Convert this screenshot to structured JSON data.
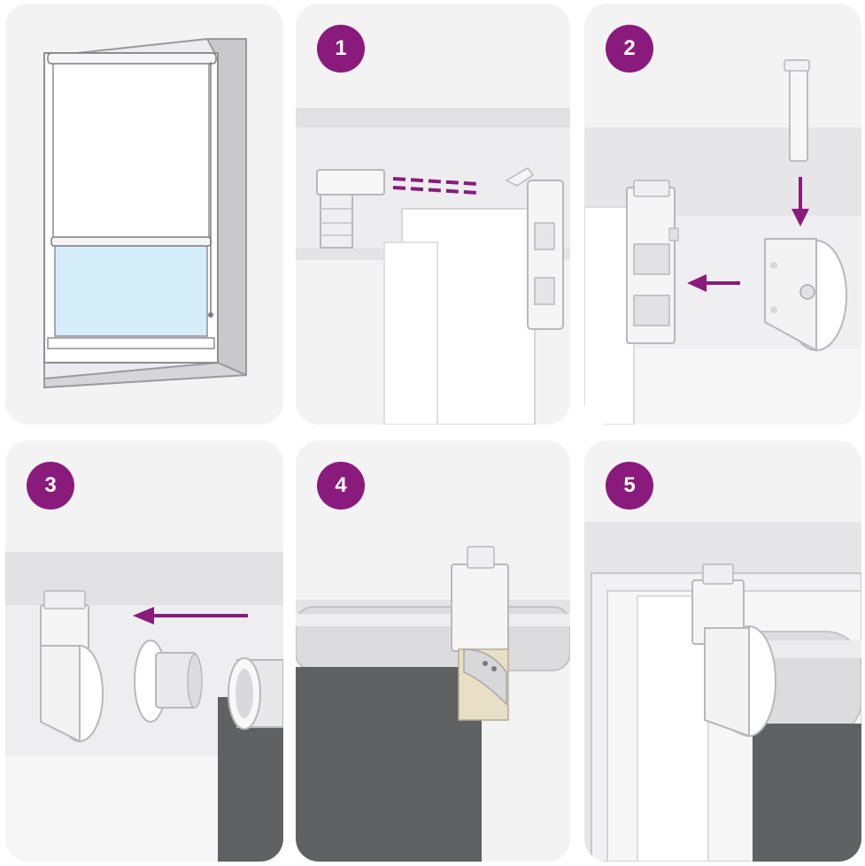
{
  "steps": [
    {
      "number": "1"
    },
    {
      "number": "2"
    },
    {
      "number": "3"
    },
    {
      "number": "4"
    },
    {
      "number": "5"
    }
  ],
  "colors": {
    "panel_bg": "#f3f3f4",
    "badge": "#8a1a7c",
    "accent_arrow": "#8a1a7c",
    "fabric_dark": "#5f6163",
    "glass": "#d5ecf9",
    "adhesive_tape": "#e9dfc6"
  },
  "icons": [
    "window-with-roller-blind-illustration",
    "clip-bracket",
    "end-cap",
    "roller-tube",
    "adhesive-strip",
    "arrow"
  ]
}
